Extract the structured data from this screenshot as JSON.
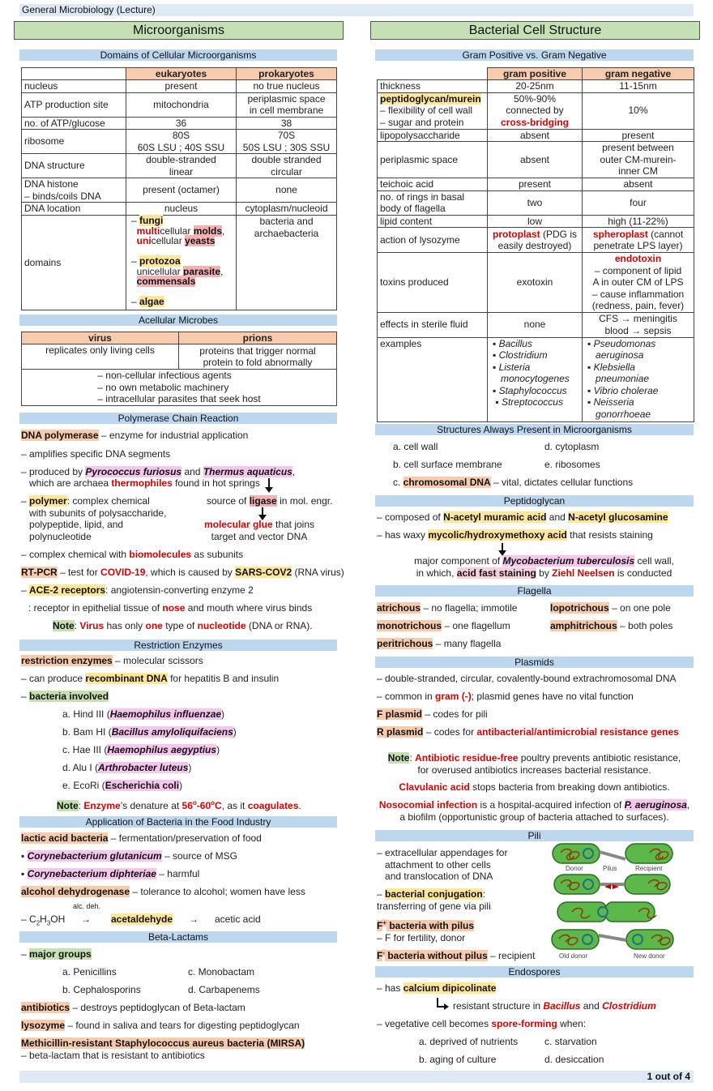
{
  "header": {
    "title": "General Microbiology (Lecture)"
  },
  "footer": {
    "page": "1 out of 4"
  },
  "left": {
    "title": "Microorganisms",
    "domains": {
      "title": "Domains of Cellular Microorganisms",
      "columns": [
        "eukaryotes",
        "prokaryotes"
      ],
      "rows": [
        [
          "nucleus",
          "present",
          "no true nucleus"
        ],
        [
          "ATP production site",
          "mitochondria",
          "periplasmic space\nin cell membrane"
        ],
        [
          "no. of ATP/glucose",
          "36",
          "38"
        ],
        [
          "ribosome",
          "80S\n60S LSU ; 40S SSU",
          "70S\n50S LSU ; 30S SSU"
        ],
        [
          "DNA structure",
          "double-stranded\nlinear",
          "double stranded\ncircular"
        ],
        [
          "DNA histone\n– binds/coils DNA",
          "present (octamer)",
          "none"
        ],
        [
          "DNA location",
          "nucleus",
          "cytoplasm/nucleoid"
        ]
      ],
      "domains_label": "domains",
      "domains_eukaryotes": [
        "– ",
        [
          "y",
          "fungi"
        ],
        "\n  ",
        [
          "r",
          "multi"
        ],
        "cellular ",
        [
          "rh",
          "molds"
        ],
        ",\n  ",
        [
          "r",
          "uni"
        ],
        "cellular ",
        [
          "rh",
          "yeasts"
        ],
        "\n\n– ",
        [
          "y",
          "protozoa"
        ],
        "\n  unicellular ",
        [
          "rh",
          "parasite"
        ],
        ",\n  ",
        [
          "rh",
          "commensals"
        ],
        "\n\n– ",
        [
          "y",
          "algae"
        ]
      ],
      "domains_prokaryotes": "bacteria and\narchaebacteria"
    },
    "acellular": {
      "title": "Acellular Microbes",
      "columns": [
        "virus",
        "prions"
      ],
      "virus": "replicates only living cells",
      "prions": "proteins that trigger normal\nprotein to fold abnormally",
      "shared": "– non-cellular infectious agents\n– no own metabolic machinery\n– intracellular parasites that seek host"
    },
    "pcr": {
      "title": "Polymerase Chain Reaction",
      "l0": [
        [
          "o",
          "DNA polymerase"
        ],
        " – enzyme for industrial application"
      ],
      "l1": "– amplifies specific DNA segments",
      "l2": [
        "– produced by ",
        [
          "p",
          "Pyrococcus furiosus"
        ],
        " and ",
        [
          "p",
          "Thermus aquaticus"
        ],
        ",\n   which are archaea ",
        [
          "r",
          "thermophiles"
        ],
        " found in hot springs"
      ],
      "l3": [
        "– ",
        [
          "y",
          "polymer"
        ],
        ": complex chemical\n   with subunits of polysaccharide,\n   polypeptide, lipid, and\n   polynucleotide"
      ],
      "l3b": [
        "source of ",
        [
          "rh",
          "ligase"
        ],
        " in mol. engr."
      ],
      "l3c": [
        [
          "r",
          "molecular glue"
        ],
        " that joins\ntarget and vector DNA"
      ],
      "l4": [
        "– complex chemical with ",
        [
          "r",
          "biomolecules"
        ],
        " as subunits"
      ],
      "l5": [
        [
          "o",
          "RT-PCR"
        ],
        " – test for ",
        [
          "r",
          "COVID-19"
        ],
        ", which is caused by ",
        [
          "y",
          "SARS-COV2"
        ],
        " (RNA virus)"
      ],
      "l6": [
        "– ",
        [
          "y",
          "ACE-2 receptors"
        ],
        ": angiotensin-converting enzyme 2"
      ],
      "l7": [
        ": receptor in epithelial tissue of ",
        [
          "r",
          "nose"
        ],
        " and mouth where virus binds"
      ],
      "note": [
        [
          "g",
          "Note"
        ],
        ": ",
        [
          "r",
          "Virus"
        ],
        " has only ",
        [
          "r",
          "one"
        ],
        " type of ",
        [
          "r",
          "nucleotide"
        ],
        " (DNA or RNA)."
      ]
    },
    "restriction": {
      "title": "Restriction Enzymes",
      "l0": [
        [
          "o",
          "restriction enzymes"
        ],
        " – molecular scissors"
      ],
      "l1": [
        "– can produce ",
        [
          "y",
          "recombinant DNA"
        ],
        " for hepatitis B and insulin"
      ],
      "l2": [
        "– ",
        [
          "g",
          "bacteria involved"
        ]
      ],
      "items": [
        [
          "a. Hind III (",
          [
            "p",
            "Haemophilus influenzae"
          ],
          ")"
        ],
        [
          "b. Bam HI (",
          [
            "p",
            "Bacillus amyloliquifaciens"
          ],
          ")"
        ],
        [
          "c. Hae III (",
          [
            "p",
            "Haemophilus aegyptius"
          ],
          ")"
        ],
        [
          "d. Alu I (",
          [
            "p",
            "Arthrobacter luteus"
          ],
          ")"
        ],
        [
          "e. EcoRi (",
          [
            "pn",
            "Escherichia coli"
          ],
          ")"
        ]
      ],
      "note": [
        [
          "g",
          "Note"
        ],
        ": ",
        [
          "r",
          "Enzyme"
        ],
        "’s denature at ",
        [
          "r",
          "56"
        ],
        [
          "rsup",
          "o"
        ],
        [
          "r",
          "-60"
        ],
        [
          "rsup",
          "o"
        ],
        [
          "r",
          "C"
        ],
        ", as it ",
        [
          "r",
          "coagulates"
        ],
        "."
      ]
    },
    "food": {
      "title": "Application of Bacteria in the Food Industry",
      "l0": [
        [
          "o",
          "lactic acid bacteria"
        ],
        " – fermentation/preservation of food"
      ],
      "l1": [
        "▪ ",
        [
          "p",
          "Corynebacterium glutanicum"
        ],
        " – source of MSG"
      ],
      "l2": [
        "▪ ",
        [
          "p",
          "Corynebacterium diphteriae"
        ],
        " – harmful"
      ],
      "l3": [
        [
          "o",
          "alcohol dehydrogenase"
        ],
        " – tolerance to alcohol; women have less"
      ],
      "reaction_label": "alc. deh.",
      "reactant": [
        "– C",
        [
          "sub",
          "2"
        ],
        "H",
        [
          "sub",
          "3"
        ],
        "OH"
      ],
      "arrow": "→",
      "intermediate": [
        [
          "y",
          "acetaldehyde"
        ]
      ],
      "product": "acetic acid"
    },
    "beta": {
      "title": "Beta-Lactams",
      "l0": [
        "– ",
        [
          "g",
          "major groups"
        ]
      ],
      "groups": [
        "a. Penicillins",
        "c. Monobactam",
        "b. Cephalosporins",
        "d. Carbapenems"
      ],
      "l1": [
        [
          "o",
          "antibiotics"
        ],
        " – destroys peptidoglycan of Beta-lactam"
      ],
      "l2": [
        [
          "o",
          "lysozyme"
        ],
        " – found in saliva and tears for digesting peptidoglycan"
      ],
      "l3": [
        [
          "o",
          "Methicillin-resistant "
        ],
        [
          "o",
          "Staphylococcus aureus"
        ],
        [
          "o",
          " bacteria (MIRSA)"
        ],
        "\n– beta-lactam that is resistant to antibiotics"
      ]
    }
  },
  "right": {
    "title": "Bacterial Cell Structure",
    "gram": {
      "title": "Gram Positive vs. Gram Negative",
      "columns": [
        "gram positive",
        "gram negative"
      ],
      "rows": [
        [
          "thickness",
          "20-25nm",
          "11-15nm"
        ],
        [
          [
            [
              "y",
              "peptidoglycan/murein"
            ],
            "\n– flexibility of cell wall\n– sugar and protein"
          ],
          [
            "50%-90%\nconnected by\n",
            [
              "r",
              "cross-bridging"
            ]
          ],
          "10%"
        ],
        [
          "lipopolysaccharide",
          "absent",
          "present"
        ],
        [
          "periplasmic space",
          "absent",
          "present between\nouter CM-murein-\ninner CM"
        ],
        [
          "teichoic acid",
          "present",
          "absent"
        ],
        [
          "no. of rings in basal\nbody of flagella",
          "two",
          "four"
        ],
        [
          "lipid content",
          "low",
          "high (11-22%)"
        ],
        [
          "action of lysozyme",
          [
            [
              "r",
              "protoplast"
            ],
            " (PDG is\neasily destroyed)"
          ],
          [
            [
              "r",
              "spheroplast"
            ],
            " (cannot\npenetrate LPS layer)"
          ]
        ],
        [
          "toxins produced",
          "exotoxin",
          [
            [
              "r",
              "endotoxin"
            ],
            "\n– component of lipid\nA in outer CM of LPS\n– cause inflammation\n(redness, pain, fever)"
          ]
        ],
        [
          "effects in sterile fluid",
          "none",
          "CFS → meningitis\nblood → sepsis"
        ],
        [
          "examples",
          [
            "▪ ",
            [
              "i",
              "Bacillus"
            ],
            "\n▪ ",
            [
              "i",
              "Clostridium"
            ],
            "\n▪ ",
            [
              "i",
              "Listeria"
            ],
            "\n   ",
            [
              "i",
              "monocytogenes"
            ],
            "\n▪ ",
            [
              "i",
              "Staphylococcus"
            ],
            "\n ▪ ",
            [
              "i",
              "Streptococcus"
            ]
          ],
          [
            "▪ ",
            [
              "i",
              "Pseudomonas"
            ],
            "\n   ",
            [
              "i",
              "aeruginosa"
            ],
            "\n▪ ",
            [
              "i",
              "Klebsiella"
            ],
            "\n   ",
            [
              "i",
              "pneumoniae"
            ],
            "\n▪ ",
            [
              "i",
              "Vibrio cholerae"
            ],
            "\n▪ ",
            [
              "i",
              "Neisseria"
            ],
            "\n   ",
            [
              "i",
              "gonorrhoeae"
            ]
          ]
        ]
      ]
    },
    "structures": {
      "title": "Structures Always Present in Microorganisms",
      "items": [
        "a. cell wall",
        "d. cytoplasm",
        "b. cell surface membrane",
        "e. ribosomes"
      ],
      "l2": [
        "c. ",
        [
          "o",
          "chromosomal DNA"
        ],
        " – vital, dictates cellular functions"
      ]
    },
    "peptidoglycan": {
      "title": "Peptidoglycan",
      "l0": [
        "– composed of ",
        [
          "y",
          "N-acetyl muramic acid"
        ],
        " and ",
        [
          "y",
          "N-acetyl glucosamine"
        ]
      ],
      "l1": [
        "– has waxy ",
        [
          "y",
          "mycolic/hydroxymethoxy acid"
        ],
        " that resists staining"
      ],
      "l2": [
        "major component of ",
        [
          "p",
          "Mycobacterium tuberculosis"
        ],
        " cell wall,\nin which, ",
        [
          "rl",
          "acid fast staining"
        ],
        " by ",
        [
          "r",
          "Ziehl Neelsen"
        ],
        " is conducted"
      ]
    },
    "flagella": {
      "title": "Flagella",
      "items": [
        [
          [
            "o",
            "atrichous"
          ],
          " – no flagella; immotile"
        ],
        [
          [
            "o",
            "lopotrichous"
          ],
          " – on one pole"
        ],
        [
          [
            "o",
            "monotrichous"
          ],
          " – one flagellum"
        ],
        [
          [
            "o",
            "amphitrichous"
          ],
          " – both poles"
        ],
        [
          [
            "o",
            "peritrichous"
          ],
          " – many flagella"
        ]
      ]
    },
    "plasmids": {
      "title": "Plasmids",
      "l0": "– double-stranded, circular, covalently-bound extrachromosomal DNA",
      "l1": [
        "– common in ",
        [
          "r",
          "gram (-)"
        ],
        "; plasmid genes have no vital function"
      ],
      "l2": [
        [
          "o",
          "F plasmid"
        ],
        " – codes for pili"
      ],
      "l3": [
        [
          "o",
          "R plasmid"
        ],
        " – codes for ",
        [
          "r",
          "antibacterial/antimicrobial resistance genes"
        ]
      ],
      "note": [
        [
          "g",
          "Note"
        ],
        ": ",
        [
          "r",
          "Antibiotic residue-free"
        ],
        " poultry prevents antibiotic resistance,\nfor overused antibiotics increases bacterial resistance."
      ],
      "clav": [
        [
          "r",
          "Clavulanic acid"
        ],
        " stops bacteria from breaking down antibiotics."
      ],
      "noso": [
        [
          "r",
          "Nosocomial infection"
        ],
        " is a hospital-acquired infection of ",
        [
          "p",
          "P. aeruginosa"
        ],
        ",\na biofilm (opportunistic group of bacteria attached to surfaces)."
      ]
    },
    "pili": {
      "title": "Pili",
      "l0": "– extracellular appendages for\n   attachment to other cells\n   and translocation of DNA",
      "l1": [
        "– ",
        [
          "y",
          "bacterial conjugation"
        ],
        ":\ntransferring of gene via pili"
      ],
      "l2": [
        [
          "o",
          "F"
        ],
        [
          "osup",
          "+"
        ],
        [
          "o",
          " bacteria with pilus"
        ],
        "\n– F for fertility, donor"
      ],
      "l3": [
        [
          "o",
          "F"
        ],
        [
          "osup",
          "-"
        ],
        [
          "o",
          " bacteria without pilus"
        ],
        " – recipient"
      ],
      "figure_labels": {
        "donor": "Donor",
        "recipient": "Recipient",
        "pilus": "Pilus",
        "old_donor": "Old donor",
        "new_donor": "New donor"
      },
      "colors": {
        "cell": "#5cb848",
        "dna": "#8b3a0f",
        "plasmid": "#1f6f8b",
        "pilus": "#888888"
      }
    },
    "endospores": {
      "title": "Endospores",
      "l0": [
        "– has ",
        [
          "y",
          "calcium dipicolinate"
        ]
      ],
      "l1": [
        "resistant structure in ",
        [
          "ri",
          "Bacillus"
        ],
        " and ",
        [
          "ri",
          "Clostridium"
        ]
      ],
      "l2": [
        "– vegetative cell becomes ",
        [
          "r",
          "spore-forming"
        ],
        " when:"
      ],
      "items": [
        "a. deprived of nutrients",
        "c. starvation",
        "b. aging of culture",
        "d. desiccation"
      ]
    }
  },
  "colors": {
    "section_bar": "#bdd7ee",
    "title_box": "#c5e0b4",
    "table_header": "#f8cbad",
    "highlight_orange": "#f8cbad",
    "highlight_yellow": "#ffe699",
    "highlight_green": "#c6e0b4",
    "highlight_pink": "#f7c6ef",
    "highlight_rose": "#f4b2b5",
    "red_text": "#d90000"
  }
}
